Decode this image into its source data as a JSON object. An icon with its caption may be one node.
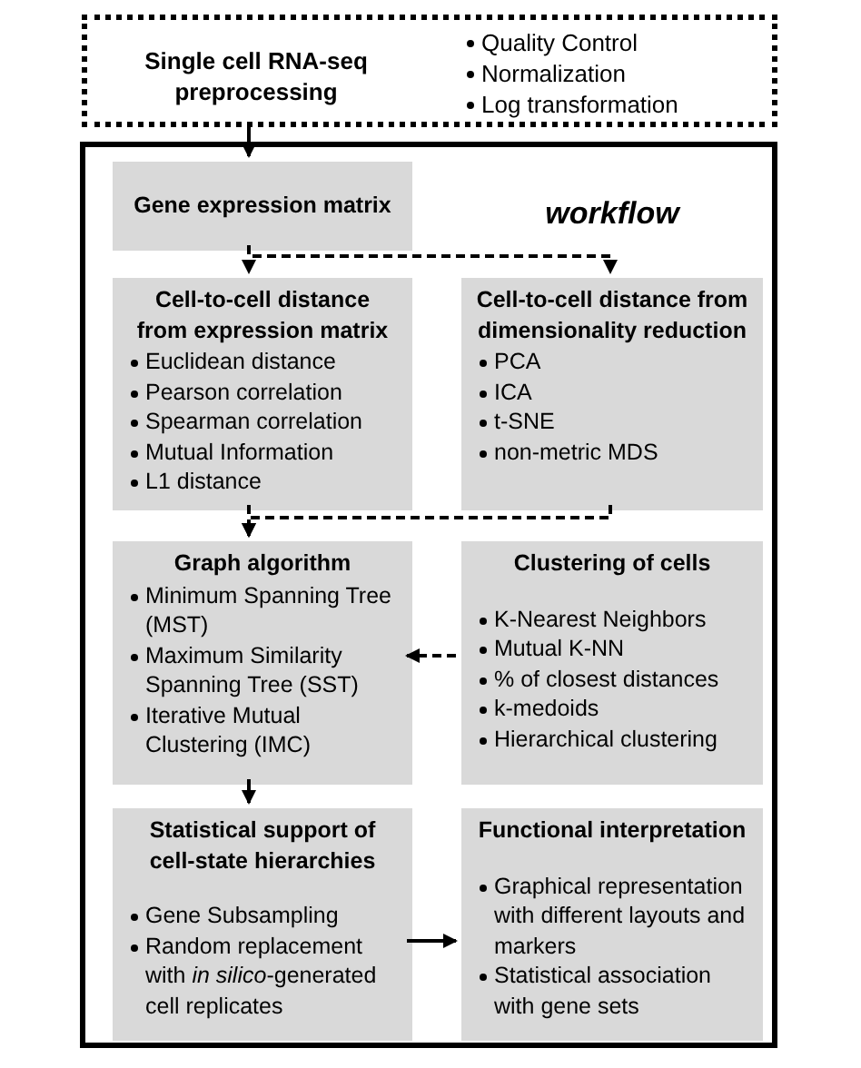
{
  "diagram": {
    "nodes": [
      {
        "text": [
          "Single cell RNA-seq preprocessing",
          "Quality Control",
          "Normalization",
          "Log transformation"
        ]
      },
      {
        "text": [
          "workflow"
        ]
      },
      {
        "text": [
          "Gene expression matrix"
        ],
        "in": 1
      },
      {
        "text": [
          "Cell-to-cell distance from expression matrix",
          "Euclidean distance",
          "Pearson correlation",
          "Spearman correlation",
          "Mutual Information",
          "L1 distance"
        ],
        "in": 1
      },
      {
        "text": [
          "Cell-to-cell distance from dimensionality reduction",
          "PCA",
          "ICA",
          "t-SNE",
          "non-metric MDS"
        ],
        "in": 1
      },
      {
        "text": [
          "Graph algorithm",
          "Minimum Spanning Tree (MST)",
          "Maximum Similarity Spanning Tree (SST)",
          "Iterative Mutual Clustering (IMC)"
        ],
        "in": 1
      },
      {
        "text": [
          "Clustering of cells",
          "K-Nearest Neighbors",
          "Mutual K-NN",
          "% of closest distances",
          "k-medoids",
          "Hierarchical clustering"
        ],
        "in": 1
      },
      {
        "text": [
          "Statistical support of cell-state hierarchies",
          "Gene Subsampling",
          "Random replacement with *in silico*-generated cell replicates"
        ],
        "in": 1
      },
      {
        "text": [
          "Functional interpretation",
          "Graphical representation with different layouts and markers",
          "Statistical association with gene sets"
        ],
        "in": 1
      }
    ],
    "edges": [
      {
        "from": 0,
        "to": 2,
        "arrow": "to"
      },
      {
        "from": 2,
        "to": 3,
        "arrow": "to",
        "style": "dashed"
      },
      {
        "from": 2,
        "to": 4,
        "arrow": "to",
        "style": "dashed"
      },
      {
        "from": 3,
        "to": 5,
        "arrow": "to",
        "style": "dashed"
      },
      {
        "from": 4,
        "to": 5,
        "arrow": "to",
        "style": "dashed"
      },
      {
        "from": 6,
        "to": 5,
        "arrow": "to",
        "style": "dashed"
      },
      {
        "from": 5,
        "to": 7,
        "arrow": "to"
      },
      {
        "from": 7,
        "to": 8,
        "arrow": "to"
      }
    ]
  }
}
